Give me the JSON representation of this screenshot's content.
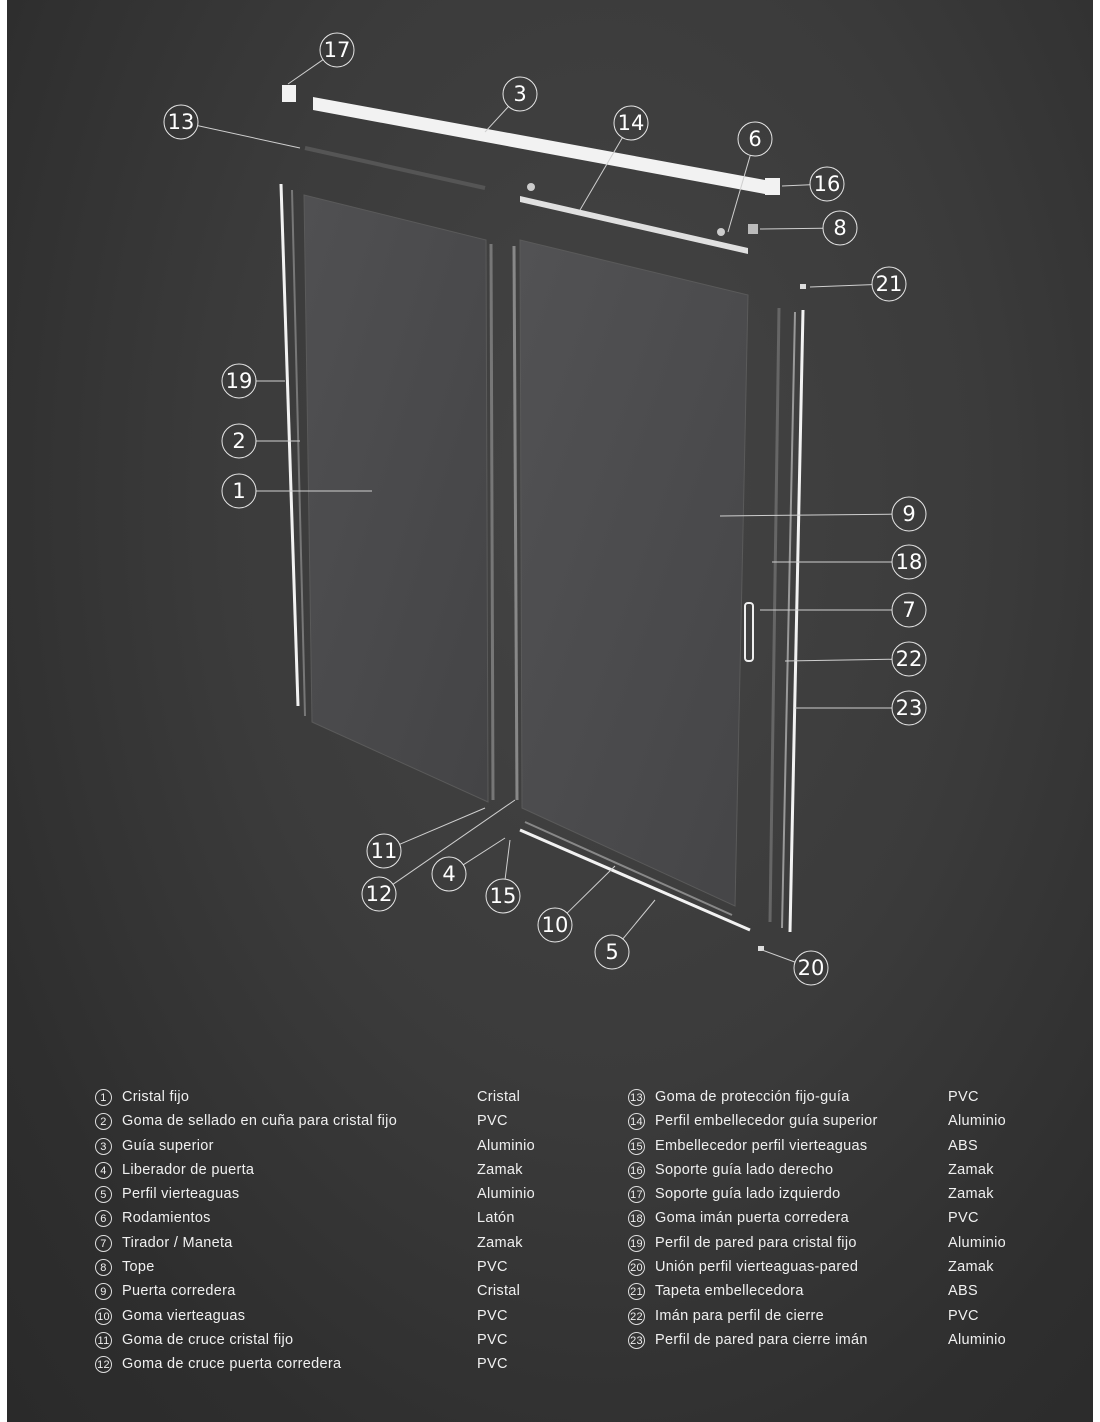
{
  "colors": {
    "background": "#3b3b3b",
    "glass": "#4b4b4d",
    "profile": "#f2f2f2",
    "text": "#ffffff"
  },
  "callouts": [
    "1",
    "2",
    "3",
    "4",
    "5",
    "6",
    "7",
    "8",
    "9",
    "10",
    "11",
    "12",
    "13",
    "14",
    "15",
    "16",
    "17",
    "18",
    "19",
    "20",
    "21",
    "22",
    "23"
  ],
  "legend": {
    "left": [
      {
        "num": "1",
        "name": "Cristal fijo",
        "material": "Cristal"
      },
      {
        "num": "2",
        "name": "Goma de sellado en cuña para cristal fijo",
        "material": "PVC"
      },
      {
        "num": "3",
        "name": "Guía superior",
        "material": "Aluminio"
      },
      {
        "num": "4",
        "name": "Liberador de puerta",
        "material": "Zamak"
      },
      {
        "num": "5",
        "name": "Perfil vierteaguas",
        "material": "Aluminio"
      },
      {
        "num": "6",
        "name": "Rodamientos",
        "material": "Latón"
      },
      {
        "num": "7",
        "name": "Tirador / Maneta",
        "material": "Zamak"
      },
      {
        "num": "8",
        "name": "Tope",
        "material": "PVC"
      },
      {
        "num": "9",
        "name": "Puerta corredera",
        "material": "Cristal"
      },
      {
        "num": "10",
        "name": "Goma vierteaguas",
        "material": "PVC"
      },
      {
        "num": "11",
        "name": "Goma de cruce cristal fijo",
        "material": "PVC"
      },
      {
        "num": "12",
        "name": "Goma de cruce puerta corredera",
        "material": "PVC"
      }
    ],
    "right": [
      {
        "num": "13",
        "name": "Goma de protección fijo-guía",
        "material": "PVC"
      },
      {
        "num": "14",
        "name": "Perfil embellecedor guía superior",
        "material": "Aluminio"
      },
      {
        "num": "15",
        "name": "Embellecedor perfil vierteaguas",
        "material": "ABS"
      },
      {
        "num": "16",
        "name": "Soporte guía lado derecho",
        "material": "Zamak"
      },
      {
        "num": "17",
        "name": "Soporte guía lado izquierdo",
        "material": "Zamak"
      },
      {
        "num": "18",
        "name": "Goma imán puerta corredera",
        "material": "PVC"
      },
      {
        "num": "19",
        "name": "Perfil de pared para cristal fijo",
        "material": "Aluminio"
      },
      {
        "num": "20",
        "name": "Unión perfil vierteaguas-pared",
        "material": "Zamak"
      },
      {
        "num": "21",
        "name": "Tapeta embellecedora",
        "material": "ABS"
      },
      {
        "num": "22",
        "name": "Imán para perfil de cierre",
        "material": "PVC"
      },
      {
        "num": "23",
        "name": "Perfil de pared para cierre imán",
        "material": "Aluminio"
      }
    ]
  }
}
